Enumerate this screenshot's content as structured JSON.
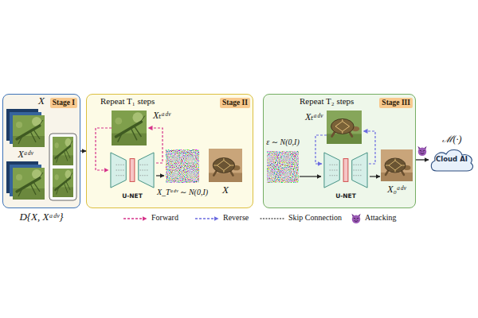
{
  "diagram": {
    "nodes": [
      {
        "text": [
          "X",
          "Stage I",
          "Xᵃᵈᵛ",
          "D{X, Xᵃᵈᵛ}"
        ]
      },
      {
        "text": [
          "Repeat T₁ steps",
          "Stage II",
          "Xₜᵃᵈᵛ",
          "X_Tᵃᵈᵛ ∼ N(0,I)"
        ]
      },
      {
        "text": [
          "U-NET"
        ],
        "in": 1
      },
      {
        "text": [
          "Repeat T₂ steps",
          "Stage III",
          "ε ∼ N(0,I)",
          "Xₜᵃᵈᵛ",
          "X₀ᵃᵈᵛ"
        ]
      },
      {
        "text": [
          "U-NET"
        ],
        "in": 3
      },
      {
        "text": [
          "Cloud AI",
          "ℳ(·)"
        ]
      }
    ],
    "edges": [
      {
        "from": 0,
        "to": 1,
        "arrow": "to"
      },
      {
        "from": 3,
        "to": 5,
        "arrow": "to"
      }
    ],
    "labels": [
      "X"
    ],
    "legend": [
      {
        "text": "Forward"
      },
      {
        "text": "Reverse"
      },
      {
        "text": "Skip Connection"
      },
      {
        "text": "Attacking"
      }
    ]
  }
}
